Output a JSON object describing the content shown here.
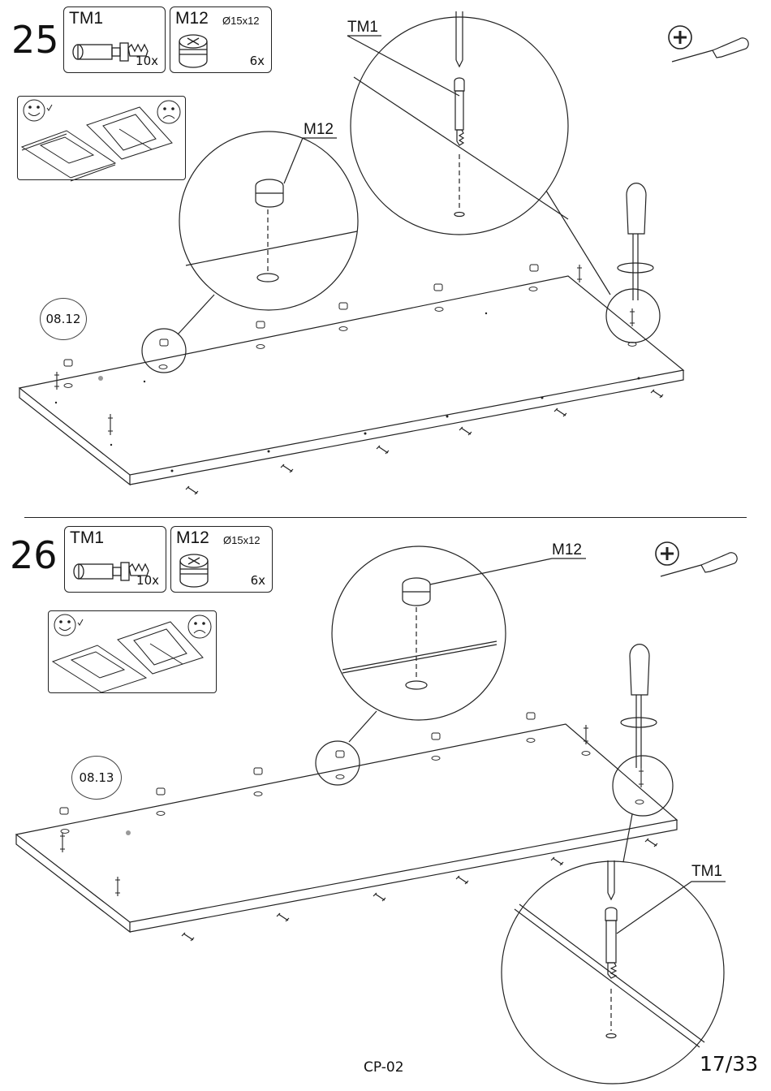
{
  "steps": [
    {
      "number": "25",
      "parts": [
        {
          "code": "TM1",
          "dimension": "",
          "quantity": "10x"
        },
        {
          "code": "M12",
          "dimension": "Ø15x12",
          "quantity": "6x"
        }
      ],
      "callouts": {
        "tm1": "TM1",
        "m12": "M12"
      },
      "panel_code": "08.12",
      "tool": "phillips-screwdriver-icon"
    },
    {
      "number": "26",
      "parts": [
        {
          "code": "TM1",
          "dimension": "",
          "quantity": "10x"
        },
        {
          "code": "M12",
          "dimension": "Ø15x12",
          "quantity": "6x"
        }
      ],
      "callouts": {
        "tm1": "TM1",
        "m12": "M12"
      },
      "panel_code": "08.13",
      "tool": "phillips-screwdriver-icon"
    }
  ],
  "footer": {
    "model": "CP-02",
    "page": "17/33"
  },
  "colors": {
    "ink": "#222222",
    "dot": "#999999"
  }
}
